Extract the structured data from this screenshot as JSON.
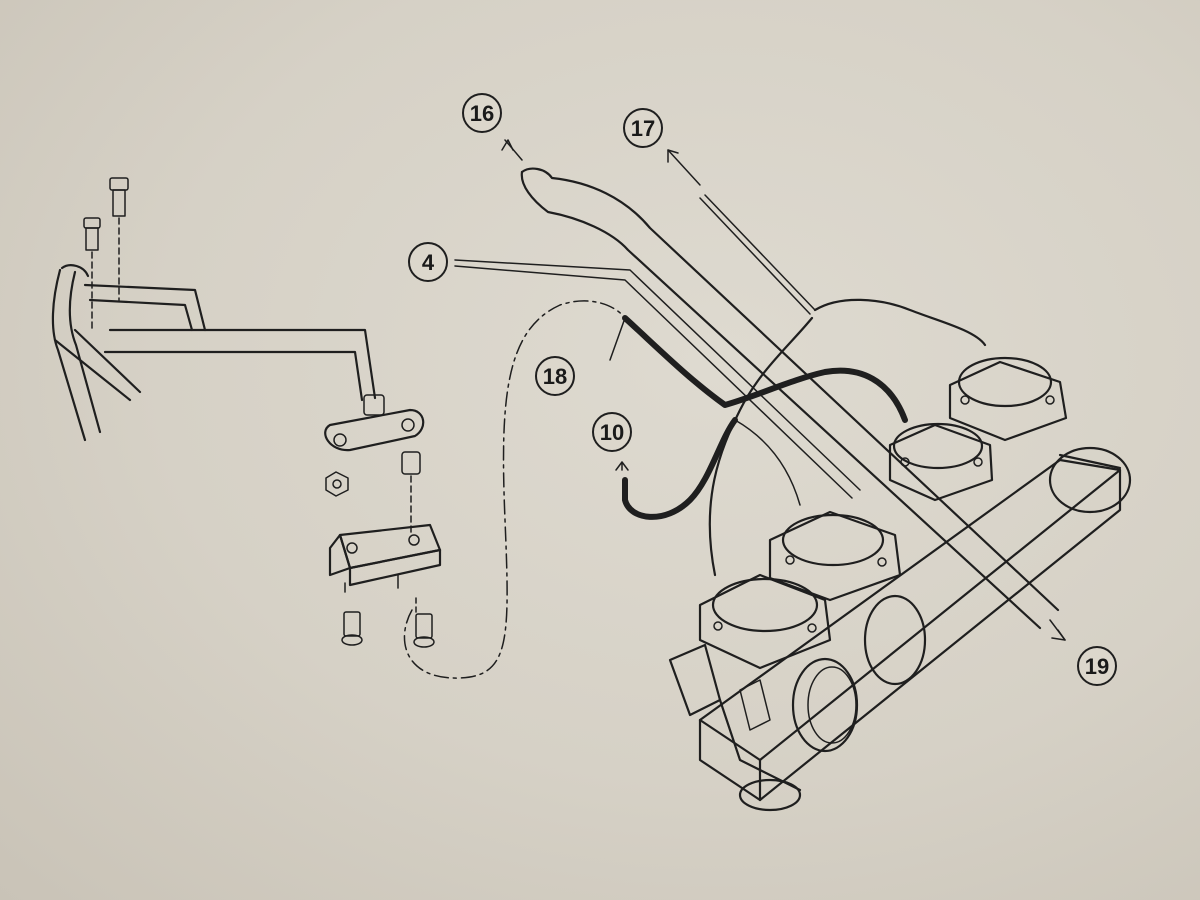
{
  "callouts": [
    {
      "id": "c16",
      "label": "16"
    },
    {
      "id": "c17",
      "label": "17"
    },
    {
      "id": "c4",
      "label": "4"
    },
    {
      "id": "c18",
      "label": "18"
    },
    {
      "id": "c10",
      "label": "10"
    },
    {
      "id": "c19",
      "label": "19"
    }
  ],
  "colors": {
    "paper": "#d8d3c8",
    "ink": "#1f1f1f"
  }
}
